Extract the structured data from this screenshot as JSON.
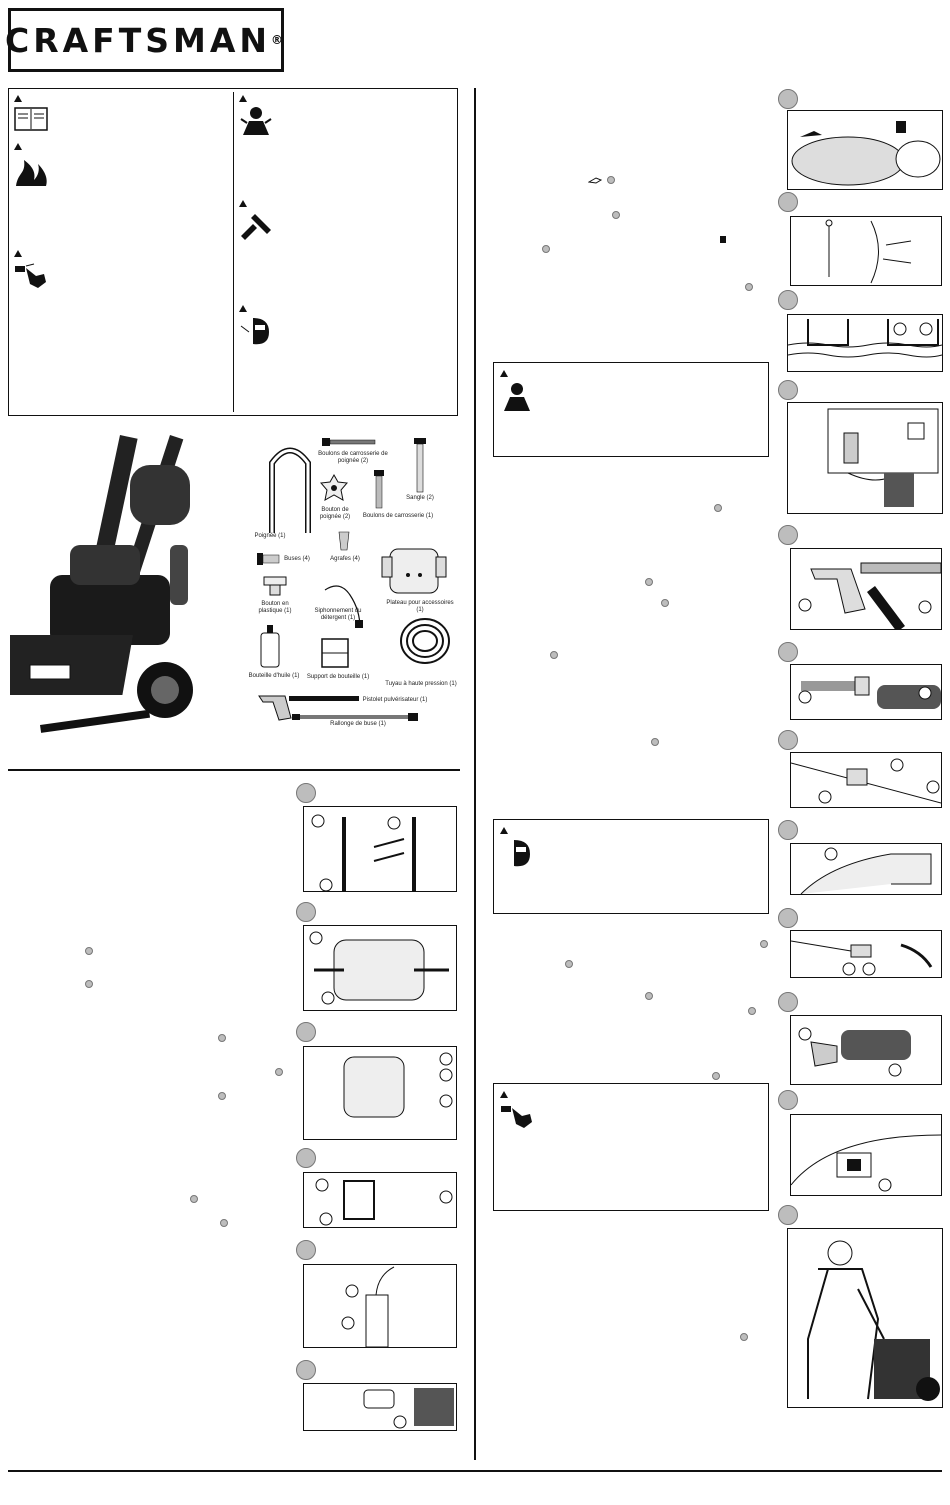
{
  "brand": {
    "name": "CRAFTSMAN",
    "mark": "®"
  },
  "parts": {
    "handle_bolts": "Boulons de carrosserie de poignée (2)",
    "strap": "Sangle (2)",
    "handle": "Poignée (1)",
    "handle_knob": "Bouton de poignée (2)",
    "carriage_bolts": "Boulons de carrosserie (1)",
    "nozzles": "Buses (4)",
    "clips": "Agrafes (4)",
    "plastic_knob": "Bouton en plastique (1)",
    "detergent_siphon": "Siphonnement du détergent (1)",
    "accessory_tray": "Plateau pour accessoires (1)",
    "oil_bottle": "Bouteille d'huile (1)",
    "bottle_holder": "Support de bouteille (1)",
    "hose": "Tuyau à haute pression (1)",
    "spray_gun": "Pistolet pulvérisateur (1)",
    "extension": "Rallonge de buse (1)"
  },
  "icons": {
    "warning": "warning-triangle-icon",
    "manual": "read-manual-icon",
    "fire": "fire-icon",
    "injection": "injection-icon",
    "explosion": "explosion-icon",
    "cut": "hand-cut-icon",
    "eye": "eye-protection-icon"
  },
  "colors": {
    "ink": "#111111",
    "badge": "#bdbdbd",
    "paper": "#ffffff"
  }
}
